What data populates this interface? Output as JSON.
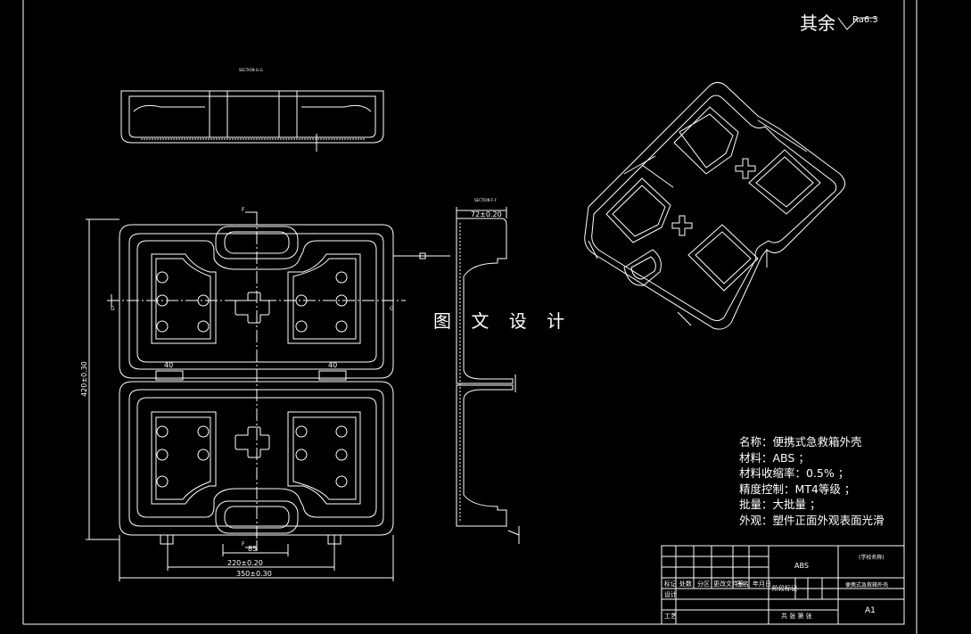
{
  "header": {
    "roughness_label": "其余",
    "roughness_value": "Ra6.3"
  },
  "watermark": "图 文 设 计",
  "spec_notes": [
    "名称：便携式急救箱外壳",
    "材料：ABS  ；",
    "材料收缩率：0.5% ；",
    "精度控制：MT4等级 ；",
    "批量：大批量  ；",
    "外观：塑件正面外观表面光滑"
  ],
  "views": {
    "top_section_label": "SECTION G-G",
    "side_section_label": "SECTION F-F",
    "side_dim": "72±0.20",
    "height_dim": "420±0.30",
    "width_dim_outer": "350±0.30",
    "width_dim_inner": "220±0.20",
    "handle_dim": "85",
    "rib_dim_left": "40",
    "rib_dim_right": "40",
    "cut_g": "G",
    "cut_f": "F"
  },
  "title_block": {
    "material": "ABS",
    "part_name": "便携式急救箱外壳",
    "unit_label": "(学校名称)",
    "sheet_size": "A1",
    "row_labels": [
      "标记",
      "处数",
      "分区",
      "更改文件号",
      "签名",
      "年月日"
    ],
    "designer_label": "设计",
    "process_label": "工艺",
    "scale_label": "阶段标记",
    "sheet_label": "共  张  第  张"
  },
  "colors": {
    "background": "#000000",
    "line": "#ffffff"
  }
}
